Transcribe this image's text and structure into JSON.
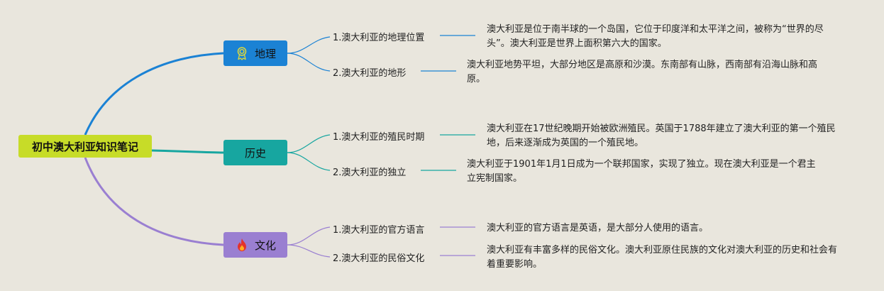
{
  "root": {
    "label": "初中澳大利亚知识笔记"
  },
  "branches": [
    {
      "label": "地理",
      "icon": "award-ribbon-icon",
      "color": "#1b82d4",
      "children": [
        {
          "label": "1.澳大利亚的地理位置",
          "desc": "澳大利亚是位于南半球的一个岛国，它位于印度洋和太平洋之间，被称为“世界的尽头”。澳大利亚是世界上面积第六大的国家。"
        },
        {
          "label": "2.澳大利亚的地形",
          "desc": "澳大利亚地势平坦，大部分地区是高原和沙漠。东南部有山脉，西南部有沿海山脉和高原。"
        }
      ]
    },
    {
      "label": "历史",
      "icon": "",
      "color": "#17a6a0",
      "children": [
        {
          "label": "1.澳大利亚的殖民时期",
          "desc": "澳大利亚在17世纪晚期开始被欧洲殖民。英国于1788年建立了澳大利亚的第一个殖民地，后来逐渐成为英国的一个殖民地。"
        },
        {
          "label": "2.澳大利亚的独立",
          "desc": "澳大利亚于1901年1月1日成为一个联邦国家，实现了独立。现在澳大利亚是一个君主立宪制国家。"
        }
      ]
    },
    {
      "label": "文化",
      "icon": "flame-icon",
      "color": "#9a7fd1",
      "children": [
        {
          "label": "1.澳大利亚的官方语言",
          "desc": "澳大利亚的官方语言是英语，是大部分人使用的语言。"
        },
        {
          "label": "2.澳大利亚的民俗文化",
          "desc": "澳大利亚有丰富多样的民俗文化。澳大利亚原住民族的文化对澳大利亚的历史和社会有着重要影响。"
        }
      ]
    }
  ]
}
